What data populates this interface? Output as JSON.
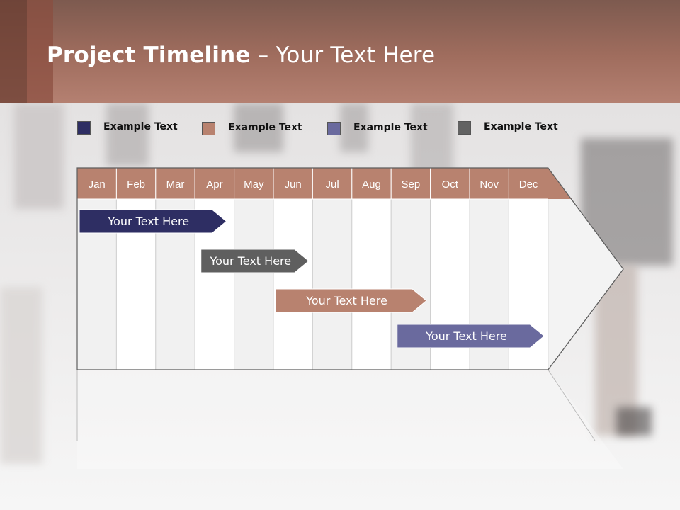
{
  "header": {
    "title_bold": "Project Timeline",
    "title_rest": " – Your Text Here"
  },
  "legend": [
    {
      "label": "Example Text",
      "color": "#2e2e63"
    },
    {
      "label": "Example Text",
      "color": "#b8826f"
    },
    {
      "label": "Example Text",
      "color": "#6a6a9e"
    },
    {
      "label": "Example Text",
      "color": "#626262"
    }
  ],
  "chart_data": {
    "type": "timeline",
    "months": [
      "Jan",
      "Feb",
      "Mar",
      "Apr",
      "May",
      "Jun",
      "Jul",
      "Aug",
      "Sep",
      "Oct",
      "Nov",
      "Dec"
    ],
    "tasks": [
      {
        "label": "Your  Text Here",
        "start_month": 1,
        "end_month": 4.8,
        "color": "#2e2e63"
      },
      {
        "label": "Your  Text Here",
        "start_month": 4.1,
        "end_month": 6.9,
        "color": "#5f5f5f"
      },
      {
        "label": "Your  Text Here",
        "start_month": 6.0,
        "end_month": 9.9,
        "color": "#b8826f"
      },
      {
        "label": "Your  Text Here",
        "start_month": 9.1,
        "end_month": 12.9,
        "color": "#6a6a9e"
      }
    ],
    "header_color": "#b8826f"
  }
}
